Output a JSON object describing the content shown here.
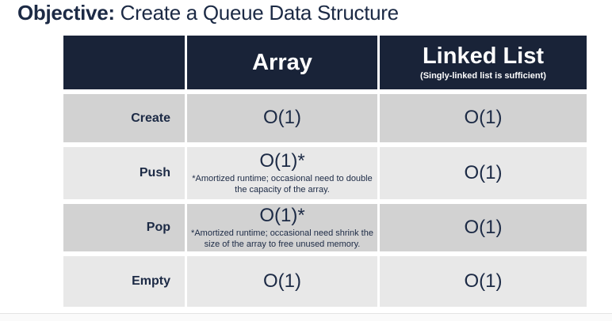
{
  "slide": {
    "title_bold": "Objective:",
    "title_rest": " Create a Queue Data Structure"
  },
  "table": {
    "columns": [
      {
        "label": "",
        "sublabel": ""
      },
      {
        "label": "Array",
        "sublabel": ""
      },
      {
        "label": "Linked List",
        "sublabel": "(Singly-linked list is sufficient)"
      }
    ],
    "rows": [
      {
        "label": "Create",
        "array_value": "O(1)",
        "array_note": "",
        "linked_value": "O(1)"
      },
      {
        "label": "Push",
        "array_value": "O(1)*",
        "array_note": "*Amortized runtime; occasional need to double the capacity of the array.",
        "linked_value": "O(1)"
      },
      {
        "label": "Pop",
        "array_value": "O(1)*",
        "array_note": "*Amortized runtime; occasional need shrink the size of the array to free unused memory.",
        "linked_value": "O(1)"
      },
      {
        "label": "Empty",
        "array_value": "O(1)",
        "array_note": "",
        "linked_value": "O(1)"
      }
    ]
  },
  "colors": {
    "header_bg": "#192338",
    "navy_text": "#1c2a45",
    "row_dark": "#d2d2d2",
    "row_light": "#e8e8e8"
  }
}
